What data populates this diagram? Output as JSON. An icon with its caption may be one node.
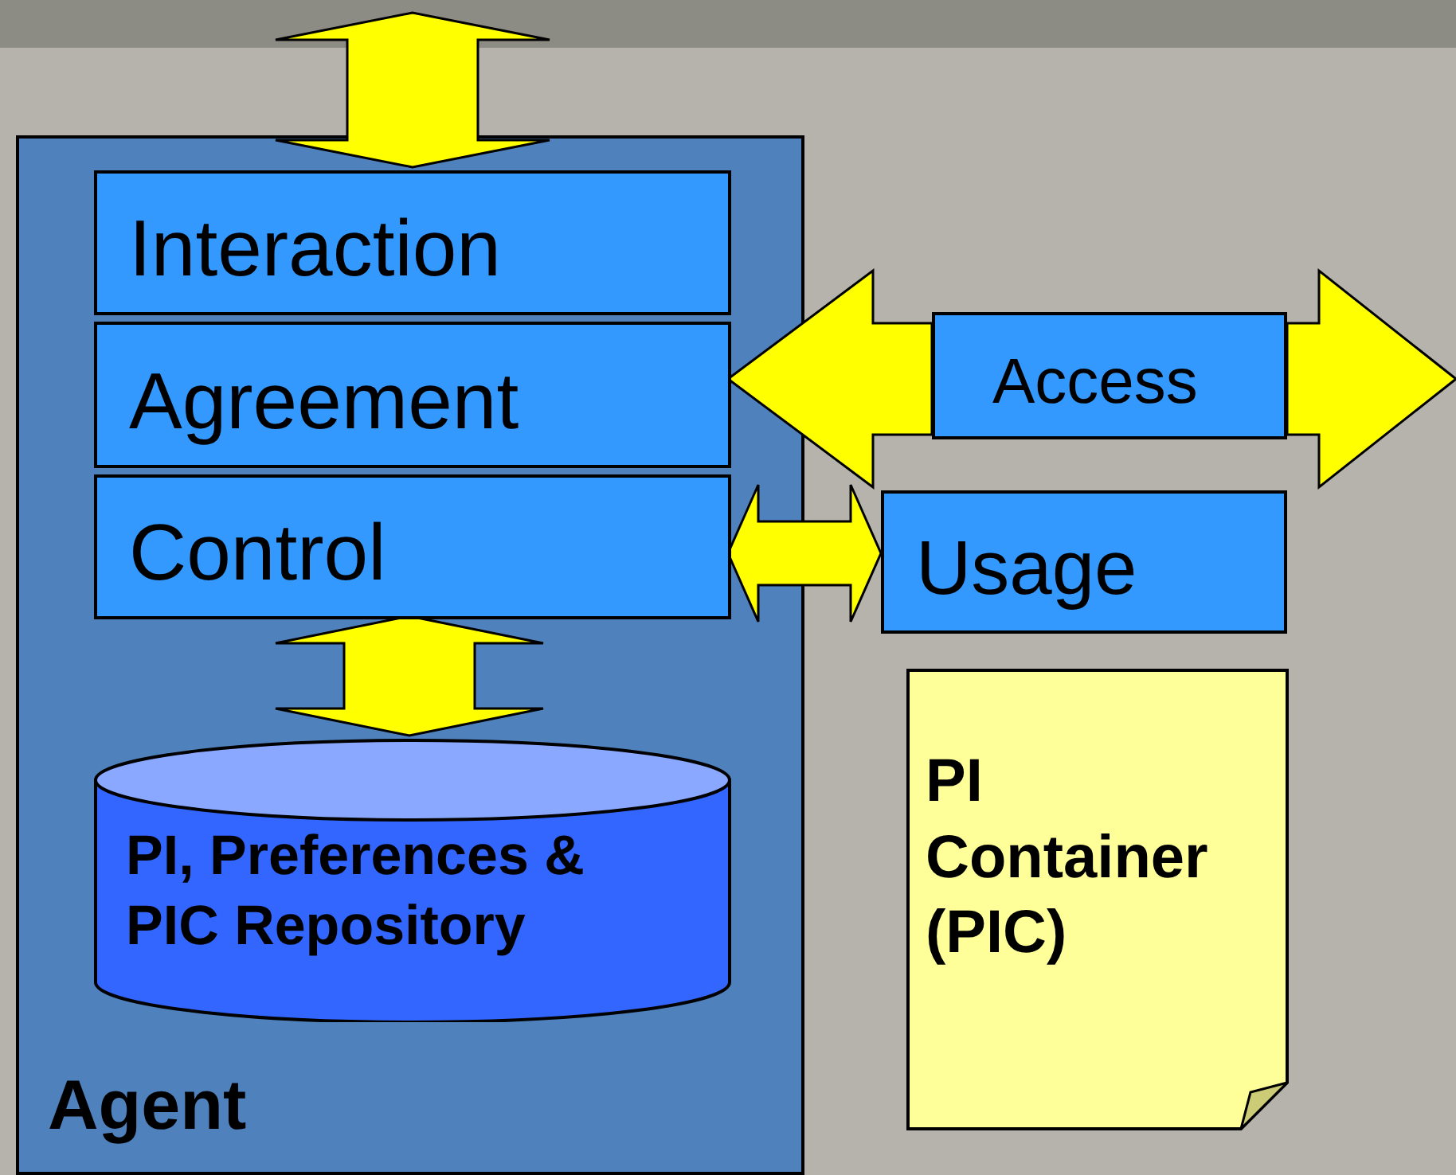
{
  "diagram": {
    "nodes": [
      {
        "text": [
          "Agent"
        ]
      },
      {
        "text": [
          "Interaction"
        ],
        "in": 0
      },
      {
        "text": [
          "Agreement"
        ],
        "in": 0
      },
      {
        "text": [
          "Control"
        ],
        "in": 0
      },
      {
        "text": [
          "PI, Preferences & PIC Repository"
        ],
        "in": 0
      },
      {
        "text": [
          "Access"
        ]
      },
      {
        "text": [
          "Usage"
        ]
      },
      {
        "text": [
          "PI Container (PIC)"
        ]
      }
    ],
    "edges": [
      {
        "from": null,
        "to": 1,
        "arrow": "both"
      },
      {
        "from": 5,
        "to": 2,
        "arrow": "to"
      },
      {
        "from": 5,
        "to": null,
        "arrow": "to"
      },
      {
        "from": 3,
        "to": 6,
        "arrow": "both"
      },
      {
        "from": 3,
        "to": 4,
        "arrow": "both"
      }
    ]
  }
}
